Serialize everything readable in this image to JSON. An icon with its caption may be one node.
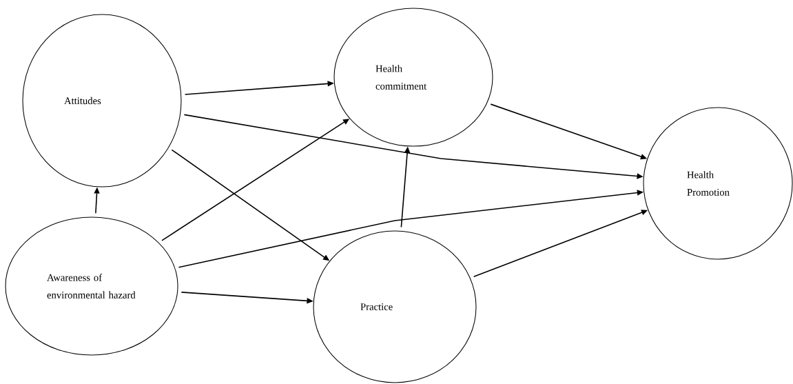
{
  "diagram": {
    "nodes": [
      {
        "text": [
          "Attitudes"
        ]
      },
      {
        "text": [
          "Health commitment"
        ]
      },
      {
        "text": [
          "Health Promotion"
        ]
      },
      {
        "text": [
          "Awareness of environmental hazard"
        ]
      },
      {
        "text": [
          "Practice"
        ]
      }
    ],
    "edges": [
      {
        "from": 0,
        "to": 1,
        "arrow": "to"
      },
      {
        "from": 0,
        "to": 2,
        "arrow": "to"
      },
      {
        "from": 0,
        "to": 4,
        "arrow": "to"
      },
      {
        "from": 3,
        "to": 0,
        "arrow": "to"
      },
      {
        "from": 3,
        "to": 1,
        "arrow": "to"
      },
      {
        "from": 3,
        "to": 2,
        "arrow": "to"
      },
      {
        "from": 3,
        "to": 4,
        "arrow": "to"
      },
      {
        "from": 1,
        "to": 2,
        "arrow": "to"
      },
      {
        "from": 4,
        "to": 1,
        "arrow": "to"
      },
      {
        "from": 4,
        "to": 2,
        "arrow": "to"
      }
    ]
  }
}
